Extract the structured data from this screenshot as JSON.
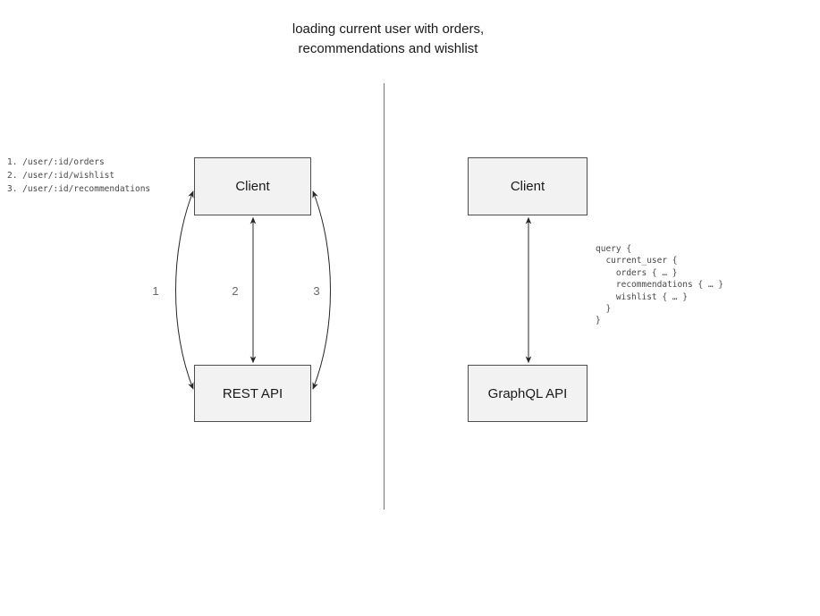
{
  "title": "loading current user with orders,\nrecommendations and wishlist",
  "left_panel": {
    "routes": "1. /user/:id/orders\n2. /user/:id/wishlist\n3. /user/:id/recommendations",
    "client_label": "Client",
    "api_label": "REST API",
    "arrow_labels": [
      "1",
      "2",
      "3"
    ]
  },
  "right_panel": {
    "client_label": "Client",
    "api_label": "GraphQL API",
    "query": "query {\n  current_user {\n    orders { … }\n    recommendations { … }\n    wishlist { … }\n  }\n}"
  },
  "colors": {
    "box_fill": "#f2f2f2",
    "box_border": "#4d4d4d",
    "arrow": "#262626",
    "divider": "#777777",
    "code_text": "#474747",
    "label_text": "#666666"
  }
}
